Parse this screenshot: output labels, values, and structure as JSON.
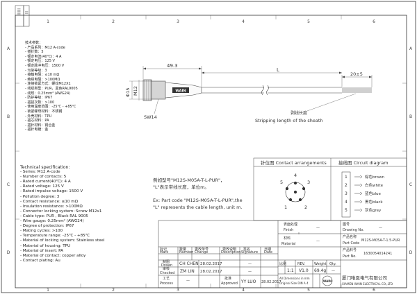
{
  "border": {
    "top_numbers": [
      "1",
      "2",
      "3",
      "4",
      "5",
      "6"
    ],
    "left_letters": [
      "A",
      "B",
      "C",
      "D"
    ]
  },
  "corner_box": [
    "|||||||",
    "|||"
  ],
  "specs_cn": {
    "title": "技术参数：",
    "items": [
      "- 产品系列：M12 A-code",
      "- 插针数：5",
      "- 额定电流(40℃)：4 A",
      "- 额定电压：125 V",
      "- 额定脉冲电压：1500 V",
      "- 污染等级：3",
      "- 接触电阻：≤10 mΩ",
      "- 绝缘电阻：>100MΩ",
      "- 连接锁紧方式：螺纹M12X1",
      "- 线缆类型：PUR，黑色RAL9005",
      "- 线规：0.25mm² (AWG24)",
      "- 防护等级：IP67",
      "- 插拔次数：>100",
      "- 使用温度范围：-25℃ - +85℃",
      "- 锁紧螺母材料：不锈钢",
      "- 外壳材料：TPU",
      "- 插芯材料：PA",
      "- 插针材料：铜合金",
      "- 插针电镀：金"
    ]
  },
  "specs_en": {
    "title": "Technical specification:",
    "items": [
      "- Series: M12 A-code",
      "- Number of contacts: 5",
      "- Rated current(40℃): 4 A",
      "- Rated voltage: 125 V",
      "- Rated impulse voltage: 1500 V",
      "- Pollution degree: 3",
      "- Contact resistance: ≤10 mΩ",
      "- Insulation resistance: >100MΩ",
      "- Connector locking system: Screw M12x1",
      "- Cable type: PUR , Black RAL 9005",
      "- Wire gauge: 0.25mm² (AWG24)",
      "- Degree of protection: IP67",
      "- Mating cycles: >100",
      "- Temperature range: -25℃ - +85℃",
      "- Material of locking system: Stainless steel",
      "- Material of housing: TPU",
      "- Material of insert: PA",
      "- Material of contact: copper alloy",
      "- Contact plating: Au"
    ]
  },
  "drawing": {
    "dim_length": "49.3",
    "dim_L": "L",
    "dim_strip": "20±5",
    "dia": "Φ15",
    "thread": "M12",
    "wrench": "SW14",
    "logo": "WAIN",
    "strip_cn": "剥线长度",
    "strip_en": "Stripping length of the sheath"
  },
  "order_note": {
    "cn1": "例如型号\"M12S-M05A-T-L-PUR\"，",
    "cn2": "\"L\"表示带线长度，单位m。",
    "en1": "Ex: Part code \"M12S-M05A-T-L-PUR\",the",
    "en2": "\"L\" represents the cable length, unit m."
  },
  "pin_header": "针位图  Contact arrangements",
  "circuit_header": "接线图 Circuit diagram",
  "pins": [
    "1",
    "2",
    "3",
    "4",
    "5"
  ],
  "circuit": [
    {
      "n": "1",
      "color": "棕色brown"
    },
    {
      "n": "2",
      "color": "白色white"
    },
    {
      "n": "3",
      "color": "蓝色blue"
    },
    {
      "n": "4",
      "color": "黑色black"
    },
    {
      "n": "5",
      "color": "灰色grey"
    }
  ],
  "title_block": {
    "finish_cn": "表面处理",
    "finish_en": "Finish",
    "finish_val": "—",
    "material_cn": "材料",
    "material_en": "Material",
    "material_val": "—",
    "drawing_no_cn": "图号",
    "drawing_no_en": "Drawing No.",
    "drawing_no_val": "—",
    "part_name_cn": "产品名称",
    "part_name_en": "Part Code",
    "part_name_val": "M12S-M05A-T-1.5-PUR",
    "part_no_cn": "产品料号",
    "part_no_en": "Part No.",
    "part_no_val": "1630054014241",
    "rev_headers": [
      {
        "cn": "标记",
        "en": "Mark"
      },
      {
        "cn": "数量",
        "en": "Number"
      },
      {
        "cn": "更改单号",
        "en": "Change"
      },
      {
        "cn": "更改说明",
        "en": "Description"
      },
      {
        "cn": "签名",
        "en": "Signature"
      },
      {
        "cn": "日期",
        "en": "Date"
      }
    ],
    "drawn_cn": "制图",
    "drawn_en": "Drawn",
    "drawn_name": "CH CHEN",
    "drawn_date": "28.02.2017",
    "drawn_dash": "—",
    "checked_cn": "审核",
    "checked_en": "Checked",
    "checked_name": "ZM LIN",
    "checked_date": "28.02.2017",
    "checked_dash": "—",
    "process_cn": "工艺",
    "process_en": "Process",
    "process_name": "—",
    "approved_cn": "批准",
    "approved_en": "Approved",
    "approved_name": "YY LUO",
    "approved_date": "28.02.2017",
    "scale_cn": "比例",
    "scale_en": "Scale",
    "scale_val": "1:1",
    "rev_cn": "版本",
    "rev_en": "REV.",
    "rev_val": "V1.0",
    "weight_cn": "重量",
    "weight_en": "Weight",
    "weight_val": "69.4g",
    "qty_cn": "数量",
    "qty_en": "Qty.",
    "qty_val": "—",
    "tol1": "All Dimensions in mm",
    "tol2": "Original Size DIN A 4",
    "company_cn": "厦门唯恩电气有限公司",
    "company_en": "XIAMEN WAIN ELECTRICAL CO.,LTD",
    "company_logo": "WAIN"
  }
}
